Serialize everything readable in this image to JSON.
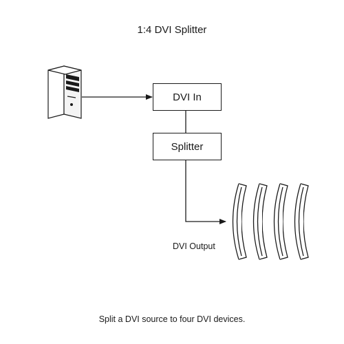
{
  "title": "1:4 DVI Splitter",
  "nodes": {
    "dvi_in": "DVI In",
    "splitter": "Splitter",
    "output": "DVI Output"
  },
  "caption": "Split a DVI source to four DVI devices.",
  "icons": {
    "source": "computer-tower-icon",
    "displays": "display-panel-icon"
  },
  "display_count": 4
}
